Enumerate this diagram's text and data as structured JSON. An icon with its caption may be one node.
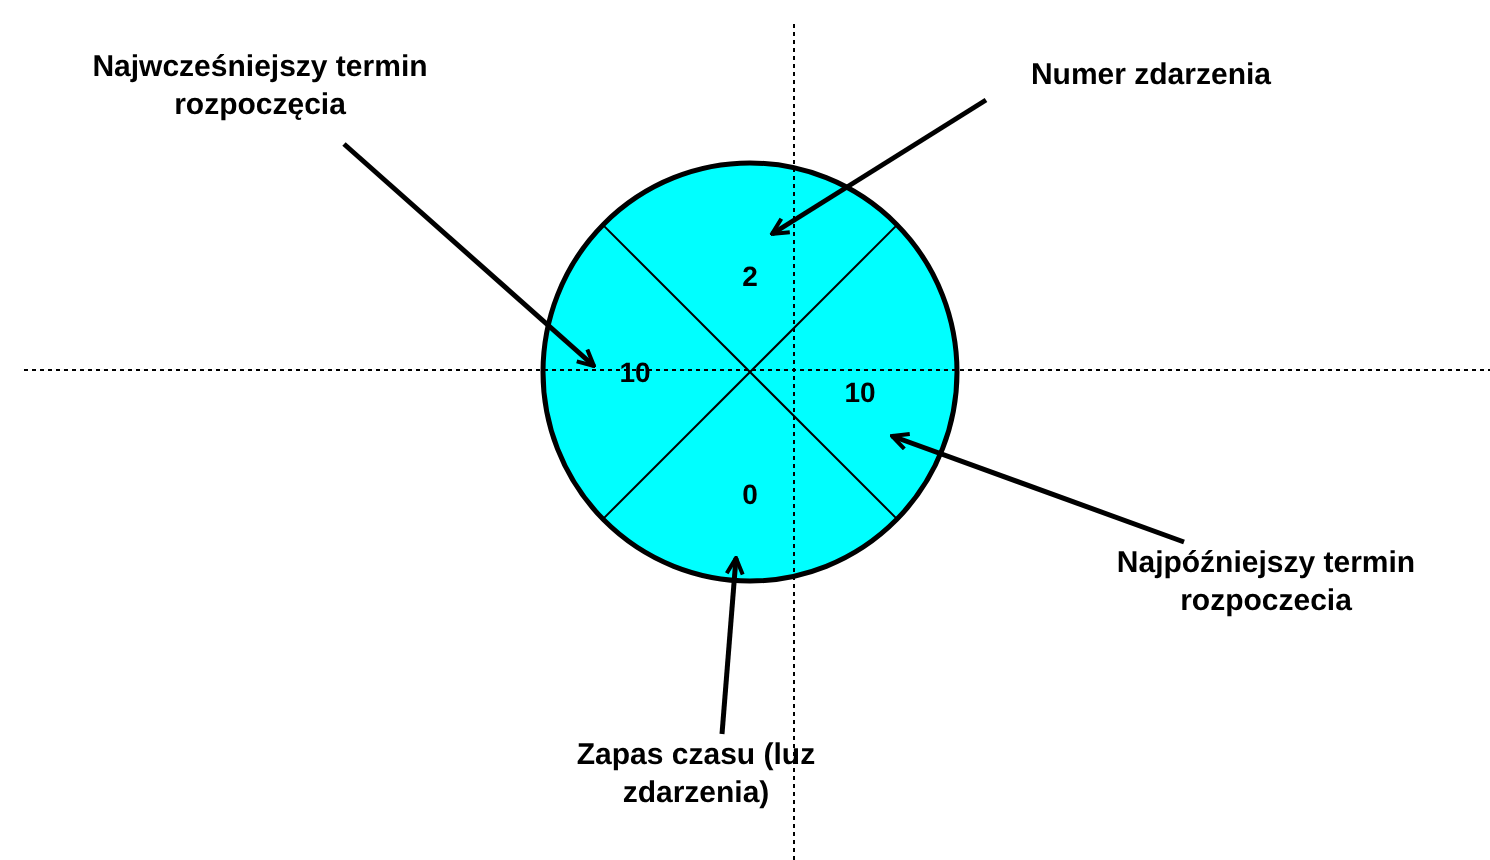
{
  "diagram": {
    "nodes": [
      {
        "text": [],
        "shape": "circle"
      },
      {
        "text": [
          "2"
        ],
        "in": 0
      },
      {
        "text": [
          "10"
        ],
        "in": 0
      },
      {
        "text": [
          "10"
        ],
        "in": 0
      },
      {
        "text": [
          "0"
        ],
        "in": 0
      },
      {
        "text": [
          "Najwcześniejszy termin rozpoczęcia"
        ]
      },
      {
        "text": [
          "Numer zdarzenia"
        ]
      },
      {
        "text": [
          "Najpóźniejszy termin rozpoczecia"
        ]
      },
      {
        "text": [
          "Zapas czasu (luz zdarzenia)"
        ]
      }
    ],
    "edges": [
      {
        "from": 5,
        "to": 2,
        "arrow": "to"
      },
      {
        "from": 6,
        "to": 1,
        "arrow": "to"
      },
      {
        "from": 7,
        "to": 3,
        "arrow": "to"
      },
      {
        "from": 8,
        "to": 4,
        "arrow": "to"
      }
    ]
  }
}
